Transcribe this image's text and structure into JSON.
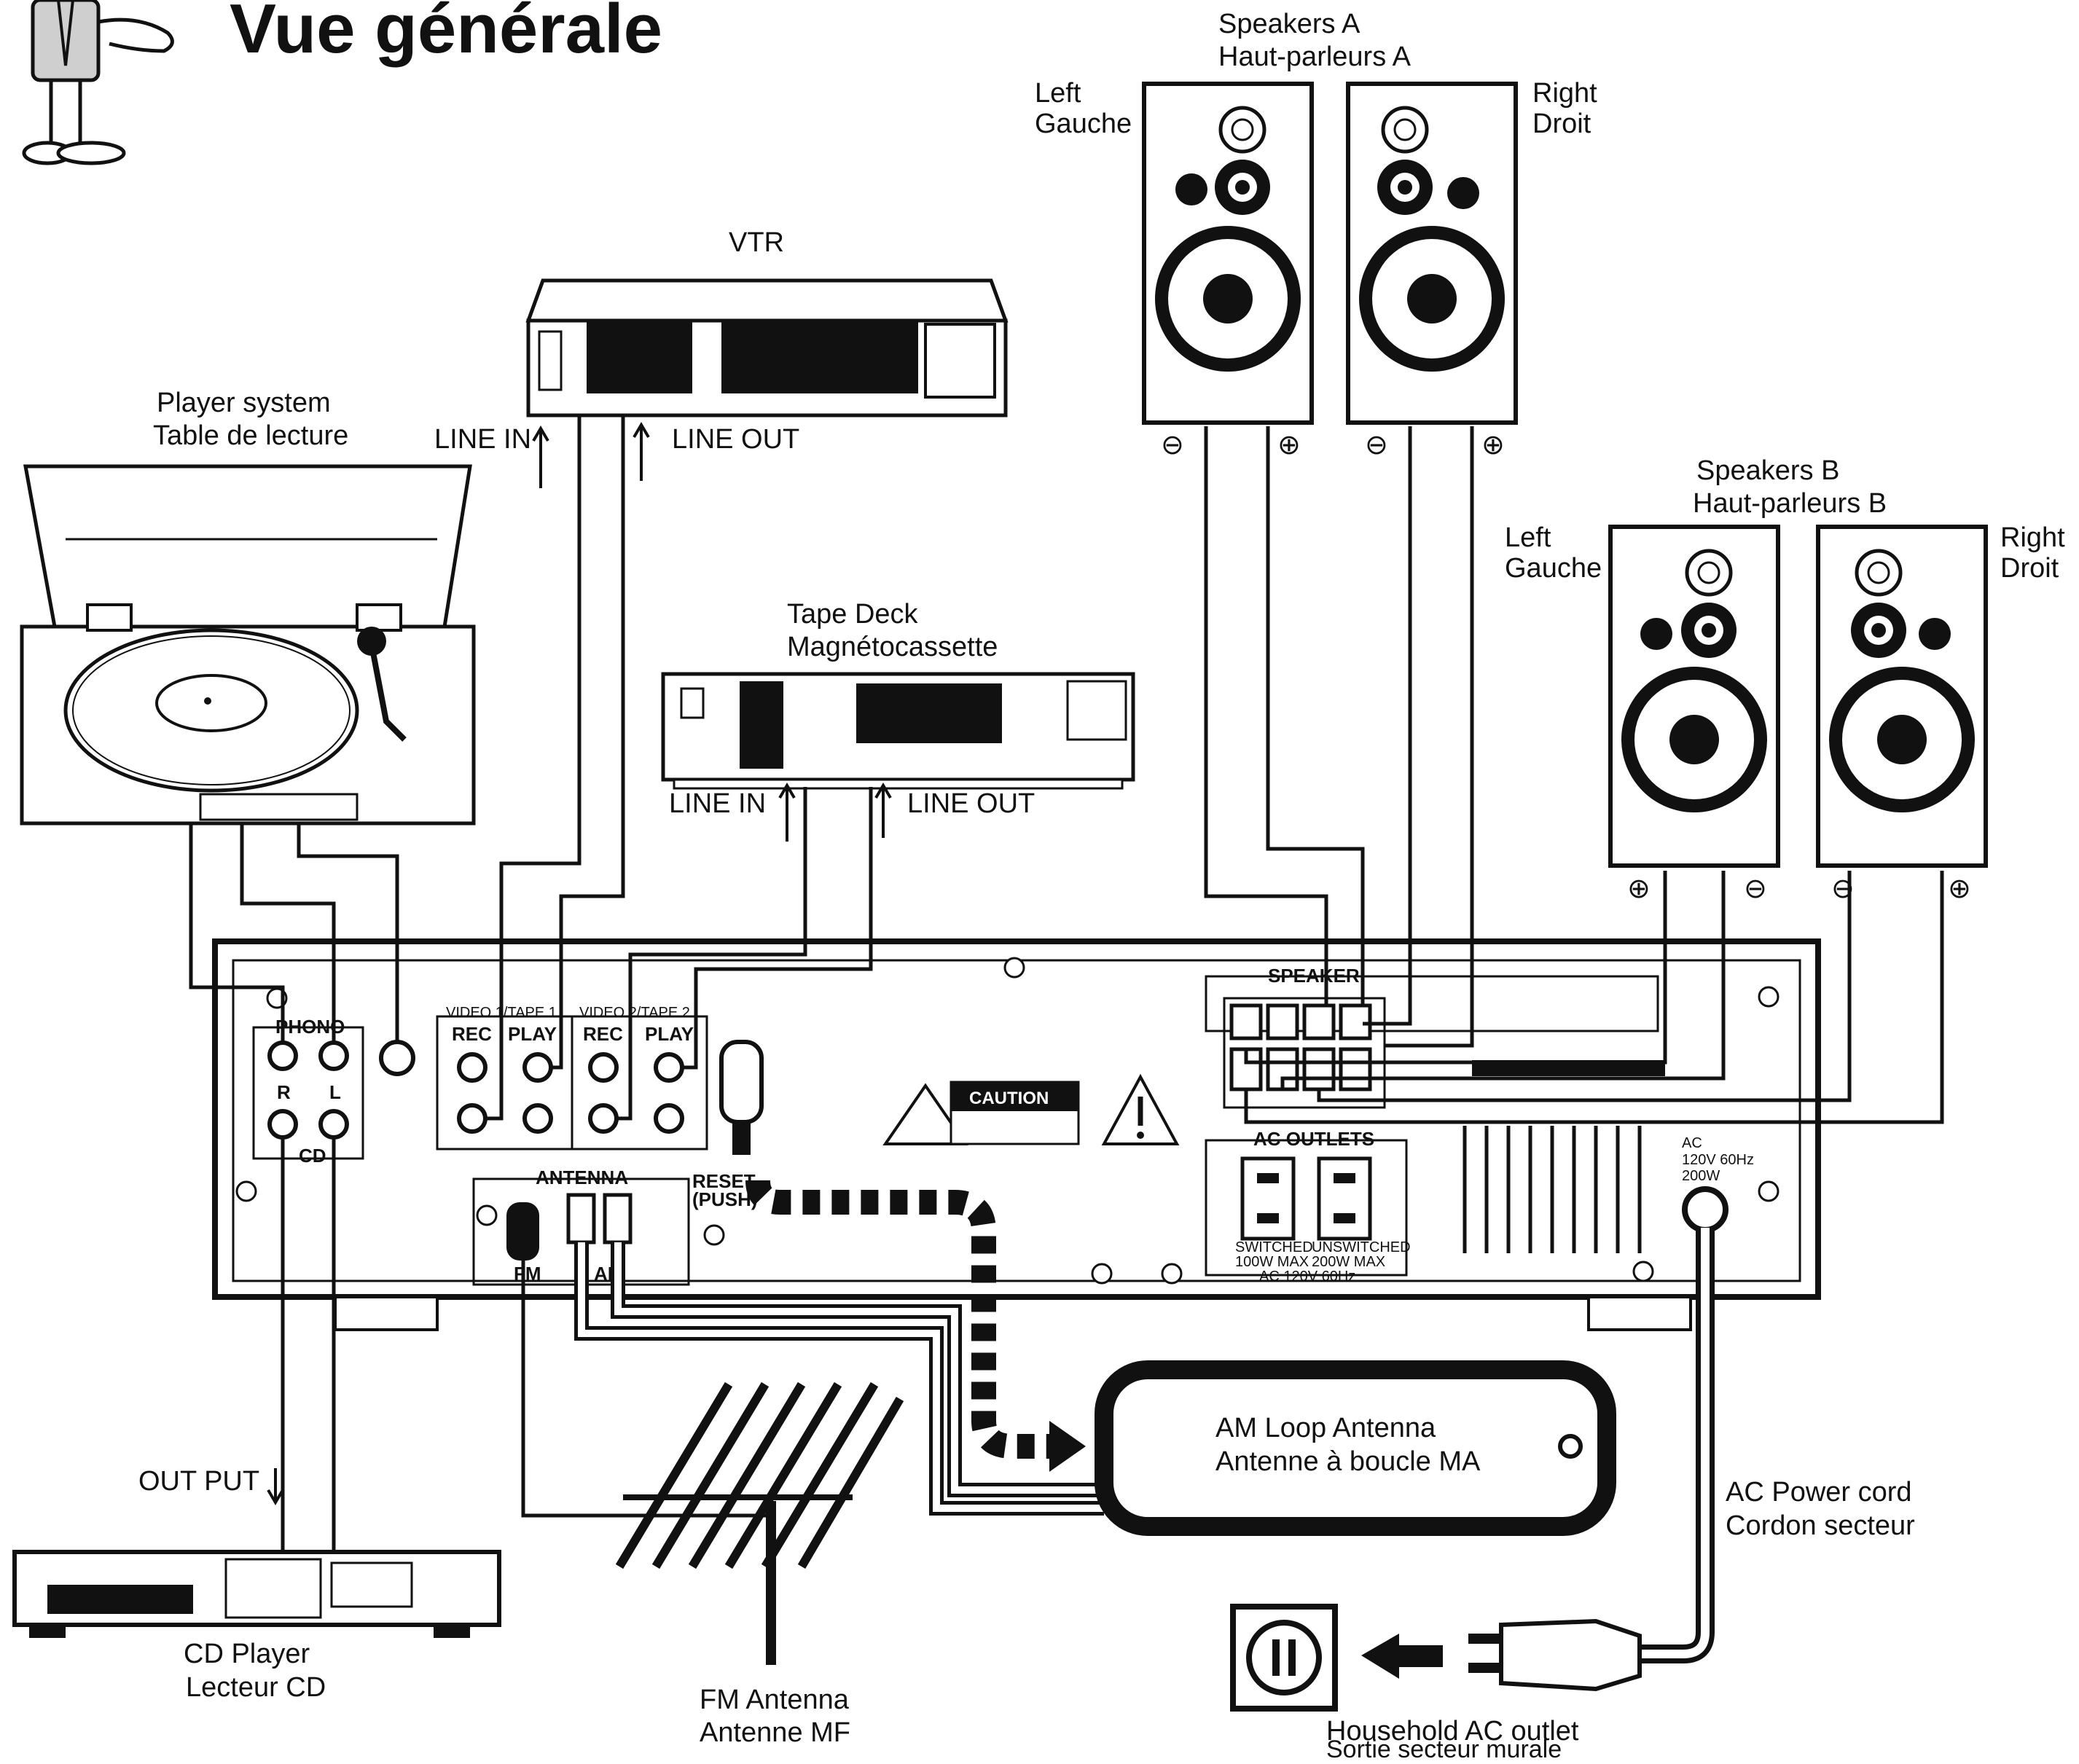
{
  "title": "Vue générale",
  "devices": {
    "vtr": {
      "label": "VTR",
      "line_in": "LINE IN",
      "line_out": "LINE OUT"
    },
    "turntable": {
      "label_en": "Player system",
      "label_fr": "Table de lecture"
    },
    "tape_deck": {
      "label_en": "Tape Deck",
      "label_fr": "Magnétocassette",
      "line_in": "LINE IN",
      "line_out": "LINE OUT"
    },
    "cd_player": {
      "label_en": "CD Player",
      "label_fr": "Lecteur CD",
      "output": "OUT PUT"
    },
    "fm_antenna": {
      "label_en": "FM Antenna",
      "label_fr": "Antenne MF"
    },
    "am_antenna": {
      "label_en": "AM Loop Antenna",
      "label_fr": "Antenne à boucle MA"
    },
    "power_cord": {
      "label_en": "AC Power cord",
      "label_fr": "Cordon secteur"
    },
    "outlet": {
      "label_en": "Household AC outlet",
      "label_fr": "Sortie secteur murale"
    }
  },
  "speakers": {
    "a": {
      "title_en": "Speakers A",
      "title_fr": "Haut-parleurs A",
      "left_en": "Left",
      "left_fr": "Gauche",
      "right_en": "Right",
      "right_fr": "Droit"
    },
    "b": {
      "title_en": "Speakers B",
      "title_fr": "Haut-parleurs B",
      "left_en": "Left",
      "left_fr": "Gauche",
      "right_en": "Right",
      "right_fr": "Droit"
    },
    "plus": "⊕",
    "minus": "⊖"
  },
  "amp_panel": {
    "phono": "PHONO",
    "cd": "CD",
    "r": "R",
    "l": "L",
    "video1": "VIDEO 1/TAPE 1",
    "video2": "VIDEO 2/TAPE 2",
    "rec": "REC",
    "play": "PLAY",
    "antenna": "ANTENNA",
    "fm": "FM",
    "am": "AM",
    "reset": "RESET",
    "push": "(PUSH)",
    "caution": "CAUTION",
    "speaker": "SPEAKER",
    "ac_outlets": "AC OUTLETS",
    "switched": "SWITCHED",
    "switched_rating": "100W MAX",
    "unswitched": "UNSWITCHED",
    "unswitched_rating": "200W MAX",
    "ac_rating": "AC 120V  60Hz",
    "ac_label": "AC",
    "ac_spec1": "120V 60Hz",
    "ac_spec2": "200W"
  }
}
